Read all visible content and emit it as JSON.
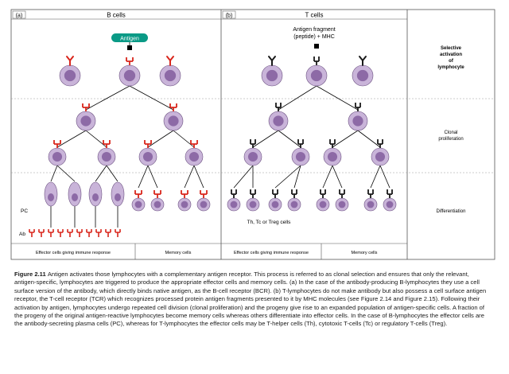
{
  "figure": {
    "panel_a_tag": "(a)",
    "panel_b_tag": "(b)",
    "panel_a_title": "B cells",
    "panel_b_title": "T cells",
    "antigen_label": "Antigen",
    "fragment_label_line1": "Antigen fragment",
    "fragment_label_line2": "(peptide) + MHC",
    "stage_labels": {
      "selective": [
        "Selective",
        "activation",
        "of",
        "lymphocyte"
      ],
      "clonal": [
        "Clonal",
        "proliferation"
      ],
      "differentiation": "Differentiation"
    },
    "pc_label": "PC",
    "ab_label": "Ab",
    "t_effector_label": "Th, Tc or Treg cells",
    "footer": {
      "b_effector": "Effector cells giving immune response",
      "b_memory": "Memory cells",
      "t_effector": "Effector cells giving immune response",
      "t_memory": "Memory cells"
    },
    "colors": {
      "cell": "#c9b4d9",
      "nucleus": "#8d6aa6",
      "b_receptor": "#d9261c",
      "t_receptor": "#1a1a1a",
      "antigen": "#0a9a86"
    }
  },
  "caption": {
    "label": "Figure 2.11",
    "text": "Antigen activates those lymphocytes with a complementary antigen receptor. This process is referred to as clonal selection and ensures that only the relevant, antigen-specific, lymphocytes are triggered to produce the appropriate effector cells and memory cells. (a) In the case of the antibody-producing B-lymphocytes they use a cell surface version of the antibody, which directly binds native antigen, as the B-cell receptor (BCR). (b) T-lymphocytes do not make antibody but also possess a cell surface antigen receptor, the T-cell receptor (TCR) which recognizes processed protein antigen fragments presented to it by MHC molecules (see Figure 2.14 and Figure 2.15). Following their activation by antigen, lymphocytes undergo repeated cell division (clonal proliferation) and the progeny give rise to an expanded population of antigen-specific cells. A fraction of the progeny of the original antigen-reactive lymphocytes become memory cells whereas others differentiate into effector cells. In the case of B-lymphocytes the effector cells are the antibody-secreting plasma cells (PC), whereas for T-lymphocytes the effector cells may be T-helper cells (Th), cytotoxic T-cells (Tc) or regulatory T-cells (Treg)."
  }
}
